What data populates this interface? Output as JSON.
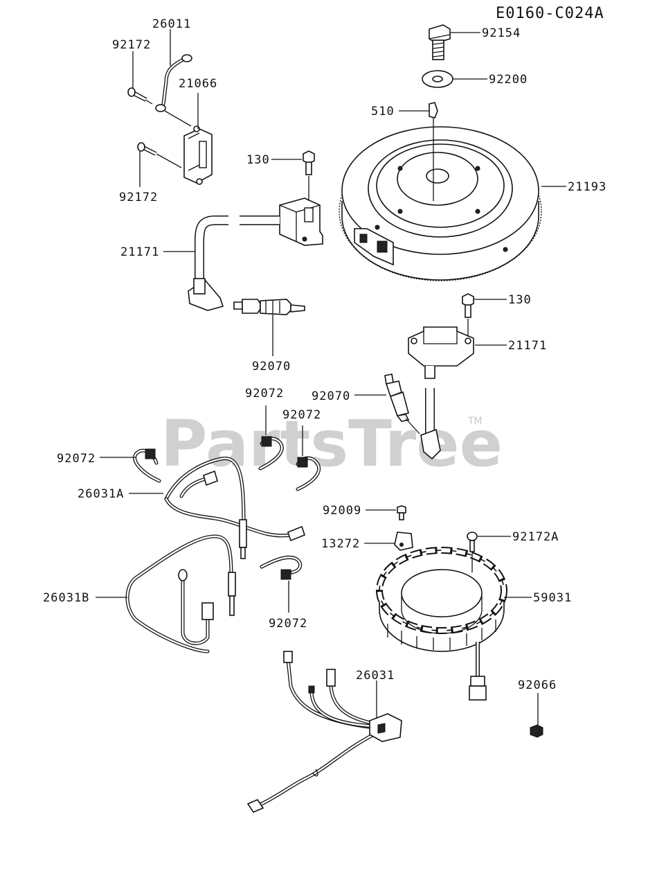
{
  "diagram_code": "E0160-C024A",
  "watermark": "PartsTree",
  "trademark": "TM",
  "callouts": [
    {
      "id": "c-92154",
      "label": "92154"
    },
    {
      "id": "c-92200",
      "label": "92200"
    },
    {
      "id": "c-510",
      "label": "510"
    },
    {
      "id": "c-21193",
      "label": "21193"
    },
    {
      "id": "c-26011",
      "label": "26011"
    },
    {
      "id": "c-92172-top",
      "label": "92172"
    },
    {
      "id": "c-21066",
      "label": "21066"
    },
    {
      "id": "c-92172-bottom",
      "label": "92172"
    },
    {
      "id": "c-130-top",
      "label": "130"
    },
    {
      "id": "c-21171-left",
      "label": "21171"
    },
    {
      "id": "c-92070-left",
      "label": "92070"
    },
    {
      "id": "c-130-right",
      "label": "130"
    },
    {
      "id": "c-21171-right",
      "label": "21171"
    },
    {
      "id": "c-92070-right",
      "label": "92070"
    },
    {
      "id": "c-92072-a",
      "label": "92072"
    },
    {
      "id": "c-92072-b",
      "label": "92072"
    },
    {
      "id": "c-92072-c",
      "label": "92072"
    },
    {
      "id": "c-26031A",
      "label": "26031A"
    },
    {
      "id": "c-92009",
      "label": "92009"
    },
    {
      "id": "c-13272",
      "label": "13272"
    },
    {
      "id": "c-92172A",
      "label": "92172A"
    },
    {
      "id": "c-59031",
      "label": "59031"
    },
    {
      "id": "c-26031B",
      "label": "26031B"
    },
    {
      "id": "c-92072-d",
      "label": "92072"
    },
    {
      "id": "c-26031",
      "label": "26031"
    },
    {
      "id": "c-92066",
      "label": "92066"
    }
  ]
}
